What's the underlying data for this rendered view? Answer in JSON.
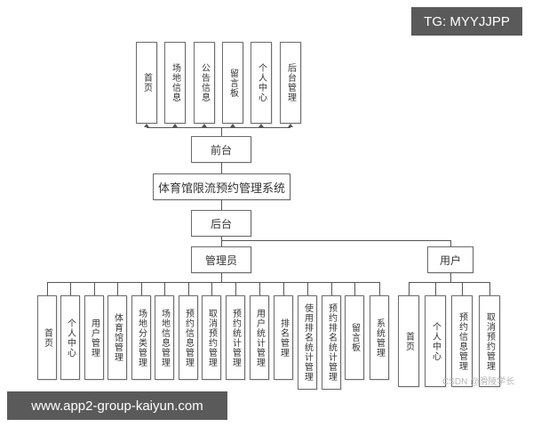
{
  "diagram": {
    "title": "体育馆限流预约管理系统",
    "frontend": {
      "label": "前台",
      "modules": [
        "首页",
        "场地信息",
        "公告信息",
        "留言板",
        "个人中心",
        "后台管理"
      ]
    },
    "backend": {
      "label": "后台",
      "roles": [
        {
          "label": "管理员",
          "modules": [
            "首页",
            "个人中心",
            "用户管理",
            "体育馆管理",
            "场地分类管理",
            "场地信息管理",
            "预约信息管理",
            "取消预约管理",
            "预约统计管理",
            "用户统计管理",
            "排名管理",
            "使用排名统计管理",
            "预约排名统计管理",
            "留言板",
            "系统管理"
          ]
        },
        {
          "label": "用户",
          "modules": [
            "首页",
            "个人中心",
            "预约信息管理",
            "取消预约管理"
          ]
        }
      ]
    }
  },
  "watermarks": {
    "top_right": "TG: MYYJJPP",
    "bottom_left": "www.app2-group-kaiyun.com",
    "csdn": "CSDN @滑陵学长"
  },
  "colors": {
    "border": "#6b6b6b",
    "line": "#555555",
    "badge_bg": "#5a5a5a",
    "badge_text": "#ffffff"
  }
}
